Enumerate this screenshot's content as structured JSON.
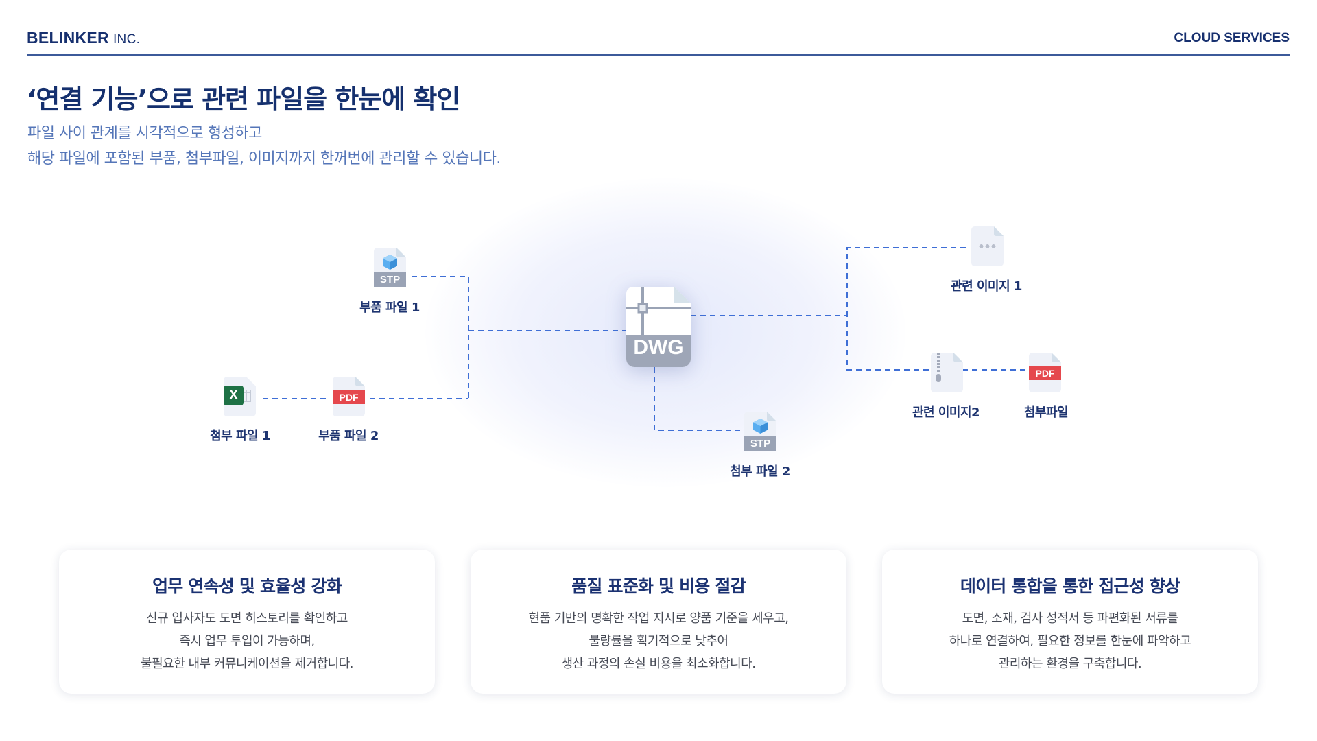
{
  "header": {
    "brand": "BELINKER",
    "brand_suffix": "INC.",
    "right_label": "CLOUD SERVICES"
  },
  "hero": {
    "title": "‘연결 기능’으로 관련 파일을 한눈에 확인",
    "subtitle_lines": [
      "파일 사이 관계를 시각적으로 형성하고",
      "해당 파일에 포함된 부품, 첨부파일, 이미지까지 한꺼번에 관리할 수 있습니다."
    ]
  },
  "diagram": {
    "center": {
      "type": "DWG",
      "icon": "dwg-file-icon"
    },
    "nodes": {
      "part1": {
        "type": "STP",
        "label": "부품 파일 1",
        "icon": "stp-file-icon"
      },
      "attach1": {
        "type": "X",
        "label": "첨부 파일 1",
        "icon": "excel-file-icon"
      },
      "part2": {
        "type": "PDF",
        "label": "부품 파일 2",
        "icon": "pdf-file-icon"
      },
      "attach2": {
        "type": "STP",
        "label": "첨부 파일 2",
        "icon": "stp-file-icon"
      },
      "image1": {
        "label": "관련 이미지 1",
        "icon": "image-file-icon"
      },
      "image2": {
        "label": "관련 이미지2",
        "icon": "zip-file-icon"
      },
      "attach3": {
        "type": "PDF",
        "label": "첨부파일",
        "icon": "pdf-file-icon"
      }
    },
    "colors": {
      "line": "#3f6fd6",
      "pdf": "#e5484d",
      "excel": "#1e7145",
      "stp": "#9aa3b5",
      "cube": "#5aaef0"
    }
  },
  "cards": [
    {
      "title": "업무 연속성 및 효율성 강화",
      "lines": [
        "신규 입사자도 도면 히스토리를 확인하고",
        "즉시 업무 투입이 가능하며,",
        "불필요한 내부 커뮤니케이션을 제거합니다."
      ]
    },
    {
      "title": "품질 표준화 및 비용 절감",
      "lines": [
        "현품 기반의 명확한 작업 지시로 양품 기준을 세우고,",
        "불량률을 획기적으로 낮추어",
        "생산 과정의 손실 비용을 최소화합니다."
      ]
    },
    {
      "title": "데이터 통합을 통한 접근성 향상",
      "lines": [
        "도면, 소재, 검사 성적서 등 파편화된 서류를",
        "하나로 연결하여, 필요한 정보를 한눈에 파악하고",
        "관리하는 환경을 구축합니다."
      ]
    }
  ]
}
